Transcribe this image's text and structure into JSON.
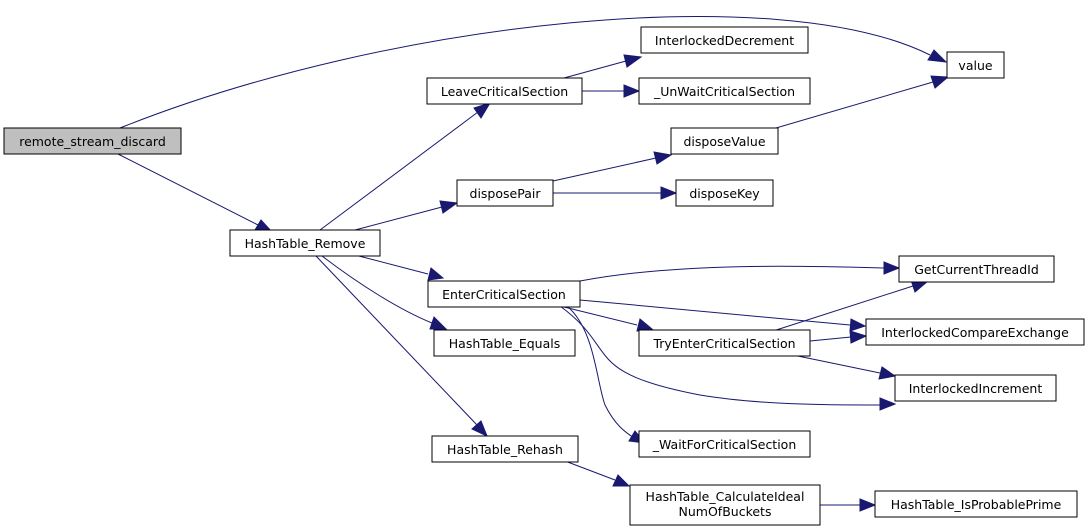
{
  "diagram": {
    "colors": {
      "edge": "#191970",
      "root_fill": "#bfbfbf",
      "node_fill": "#ffffff",
      "node_border": "#000000"
    },
    "nodes": {
      "remote_stream_discard": {
        "label": "remote_stream_discard"
      },
      "hashtable_remove": {
        "label": "HashTable_Remove"
      },
      "value": {
        "label": "value"
      },
      "leave_critical_section": {
        "label": "LeaveCriticalSection"
      },
      "interlocked_decrement": {
        "label": "InterlockedDecrement"
      },
      "unwait_critical_section": {
        "label": "_UnWaitCriticalSection"
      },
      "dispose_value": {
        "label": "disposeValue"
      },
      "dispose_pair": {
        "label": "disposePair"
      },
      "dispose_key": {
        "label": "disposeKey"
      },
      "enter_critical_section": {
        "label": "EnterCriticalSection"
      },
      "get_current_thread_id": {
        "label": "GetCurrentThreadId"
      },
      "interlocked_compare_exchange": {
        "label": "InterlockedCompareExchange"
      },
      "hashtable_equals": {
        "label": "HashTable_Equals"
      },
      "try_enter_critical_section": {
        "label": "TryEnterCriticalSection"
      },
      "interlocked_increment": {
        "label": "InterlockedIncrement"
      },
      "wait_for_critical_section": {
        "label": "_WaitForCriticalSection"
      },
      "hashtable_rehash": {
        "label": "HashTable_Rehash"
      },
      "hashtable_calculate_ideal": {
        "label_line1": "HashTable_CalculateIdeal",
        "label_line2": "NumOfBuckets"
      },
      "hashtable_is_probable_prime": {
        "label": "HashTable_IsProbablePrime"
      }
    }
  }
}
